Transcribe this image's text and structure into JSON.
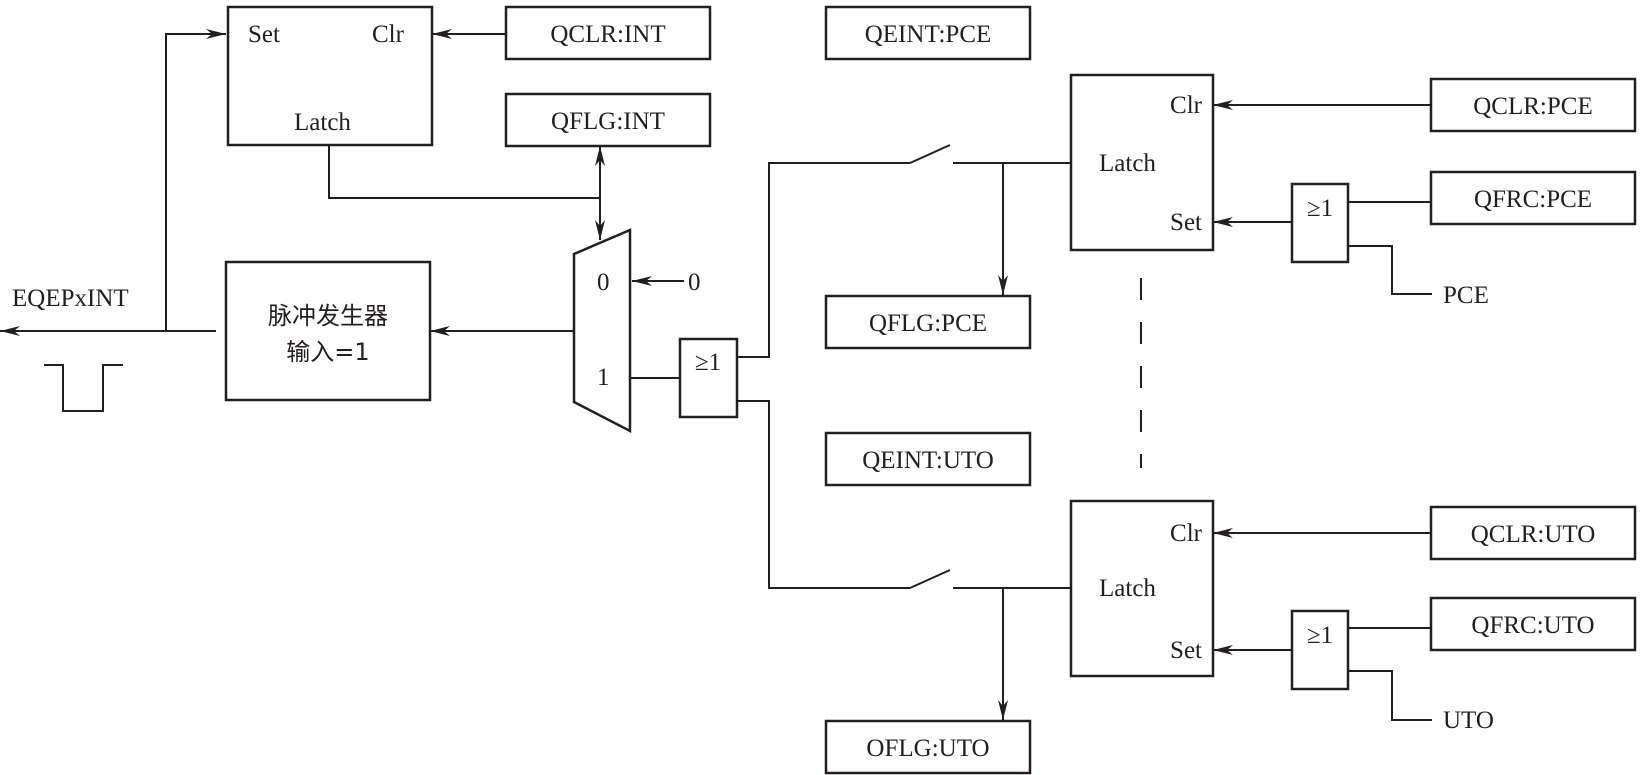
{
  "colors": {
    "ink": "#231f20",
    "background": "#ffffff"
  },
  "output": {
    "label": "EQEPxINT"
  },
  "int_latch": {
    "set": "Set",
    "clr": "Clr",
    "latch": "Latch"
  },
  "pulse_gen": {
    "line1": "脉冲发生器",
    "line2": "输入=1"
  },
  "mux": {
    "in0": "0",
    "in1": "1",
    "const0": "0"
  },
  "or_gate_label": "≥1",
  "registers": {
    "qclr_int": "QCLR:INT",
    "qflg_int": "QFLG:INT",
    "qeint_pce": "QEINT:PCE",
    "qflg_pce": "QFLG:PCE",
    "qeint_uto": "QEINT:UTO",
    "oflg_uto": "OFLG:UTO",
    "qclr_pce": "QCLR:PCE",
    "qfrc_pce": "QFRC:PCE",
    "qclr_uto": "QCLR:UTO",
    "qfrc_uto": "QFRC:UTO"
  },
  "pce_latch": {
    "clr": "Clr",
    "latch": "Latch",
    "set": "Set"
  },
  "uto_latch": {
    "clr": "Clr",
    "latch": "Latch",
    "set": "Set"
  },
  "signals": {
    "pce": "PCE",
    "uto": "UTO"
  }
}
